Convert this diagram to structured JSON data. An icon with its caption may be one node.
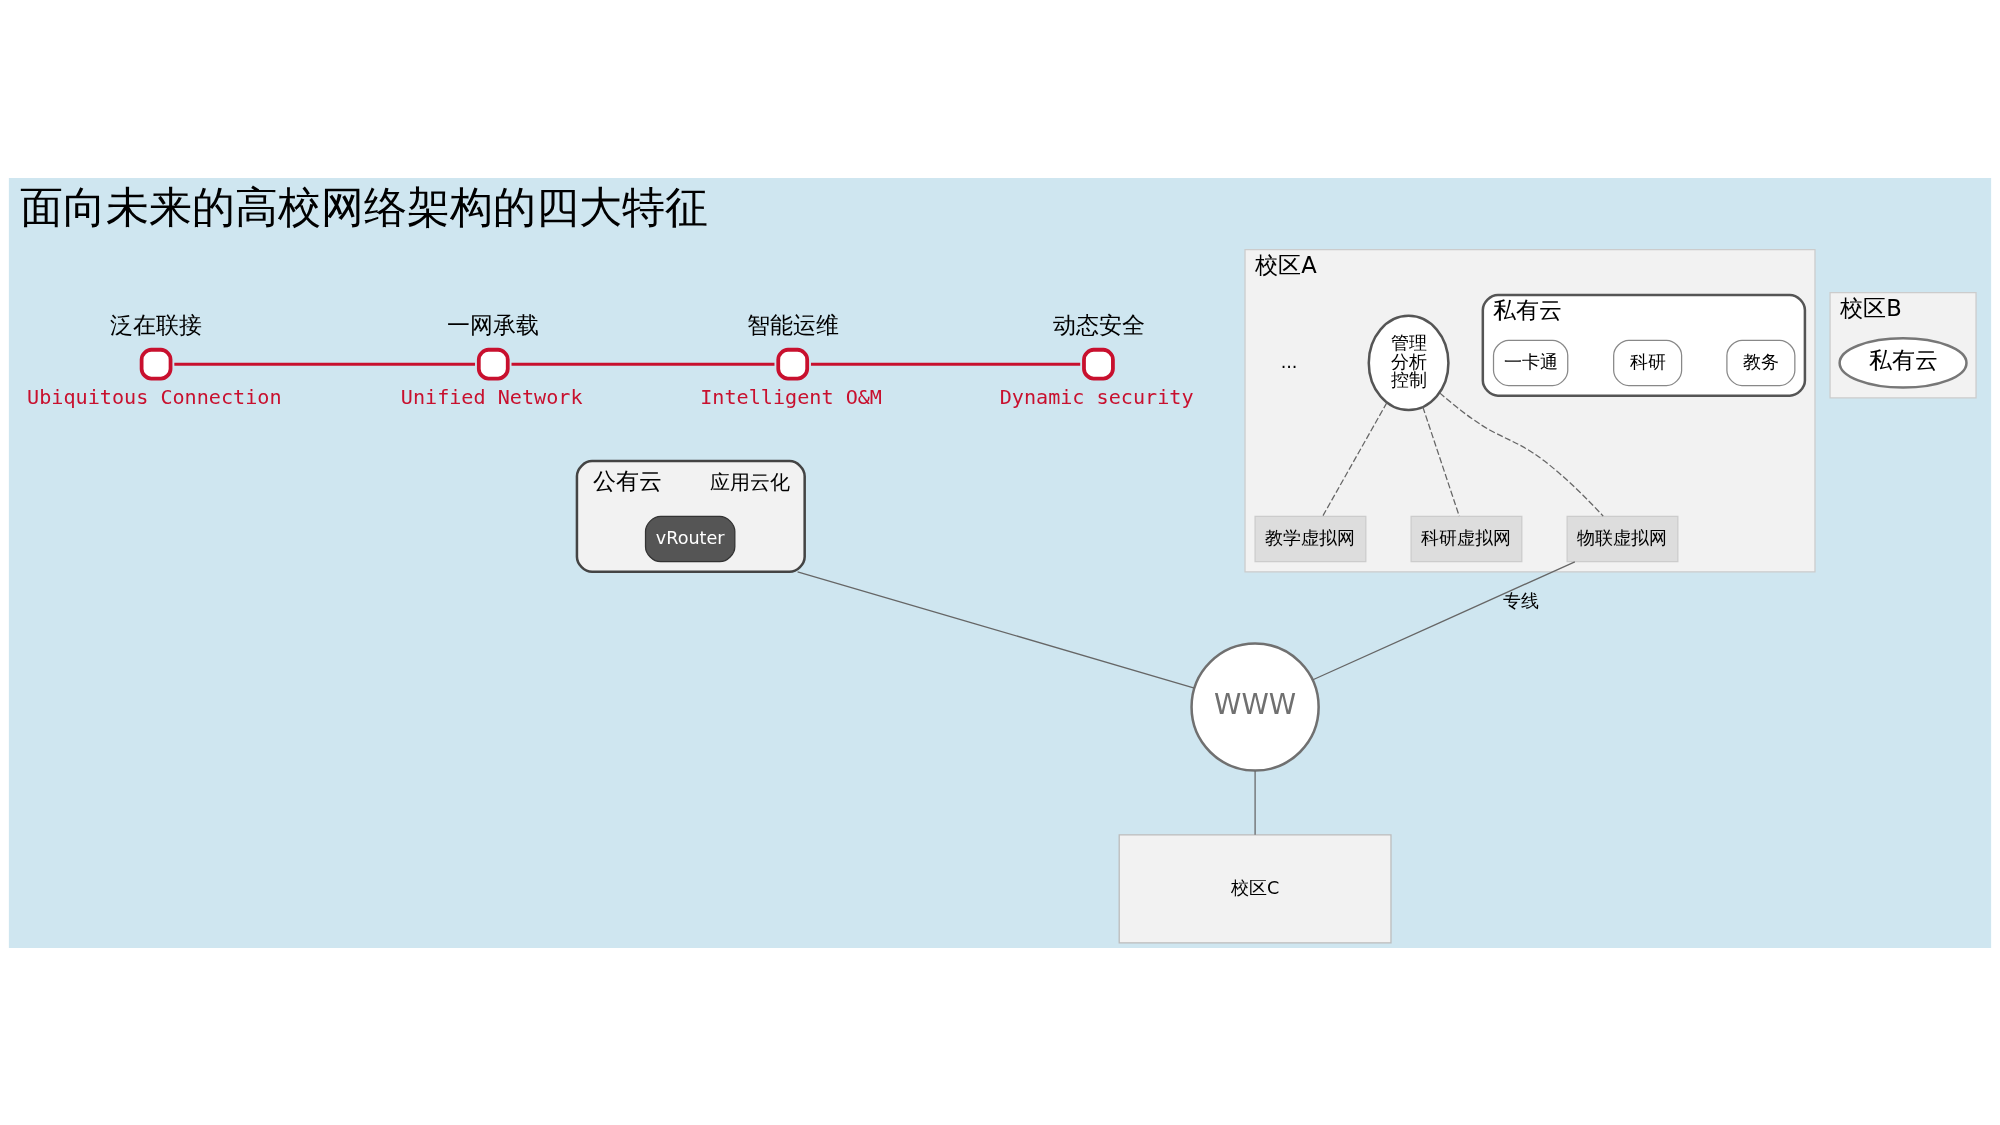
{
  "diagram": {
    "title": "面向未来的高校网络架构的四大特征",
    "nodes": [
      {
        "text": [
          "泛在联接"
        ],
        "beside": [
          "Ubiquitous Connection"
        ]
      },
      {
        "text": [
          "一网承载"
        ],
        "beside": [
          "Unified Network"
        ]
      },
      {
        "text": [
          "智能运维"
        ],
        "beside": [
          "Intelligent O&M"
        ]
      },
      {
        "text": [
          "动态安全"
        ],
        "beside": [
          "Dynamic security"
        ]
      },
      {
        "text": [
          "应用云化"
        ],
        "beside": [
          "公有云"
        ]
      },
      {
        "text": [
          "vRouter"
        ],
        "in": 4
      },
      {
        "text": [
          "WWW"
        ]
      },
      {
        "text": [
          "校区A"
        ]
      },
      {
        "text": [
          "私有云"
        ],
        "in": 7
      },
      {
        "text": [
          "教务"
        ],
        "in": 8
      },
      {
        "text": [
          "科研"
        ],
        "in": 8
      },
      {
        "text": [
          "一卡通"
        ],
        "in": 8
      },
      {
        "text": [
          "管理",
          "分析",
          "控制"
        ],
        "in": 7
      },
      {
        "text": [
          "教学虚拟网"
        ],
        "in": 7
      },
      {
        "text": [
          "科研虚拟网"
        ],
        "in": 7
      },
      {
        "text": [
          "物联虚拟网"
        ],
        "in": 7
      },
      {
        "text": [
          "校区B"
        ]
      },
      {
        "text": [
          "私有云"
        ],
        "in": 16
      },
      {
        "text": [
          "校区C"
        ]
      }
    ],
    "edges": [
      {
        "from": 0,
        "to": 1,
        "arrow": "none",
        "color": "#c8102e"
      },
      {
        "from": 1,
        "to": 2,
        "arrow": "none",
        "color": "#c8102e"
      },
      {
        "from": 2,
        "to": 3,
        "arrow": "none",
        "color": "#c8102e"
      },
      {
        "from": 4,
        "to": 6,
        "arrow": "none"
      },
      {
        "from": 12,
        "to": 13,
        "arrow": "none",
        "style": "dashed"
      },
      {
        "from": 12,
        "to": 14,
        "arrow": "none",
        "style": "dashed"
      },
      {
        "from": 12,
        "to": 15,
        "arrow": "none",
        "style": "dashed"
      },
      {
        "from": 15,
        "to": 6,
        "arrow": "none",
        "label": "专线"
      },
      {
        "from": 6,
        "to": 18,
        "arrow": "none"
      }
    ],
    "labels": [
      "..."
    ]
  }
}
